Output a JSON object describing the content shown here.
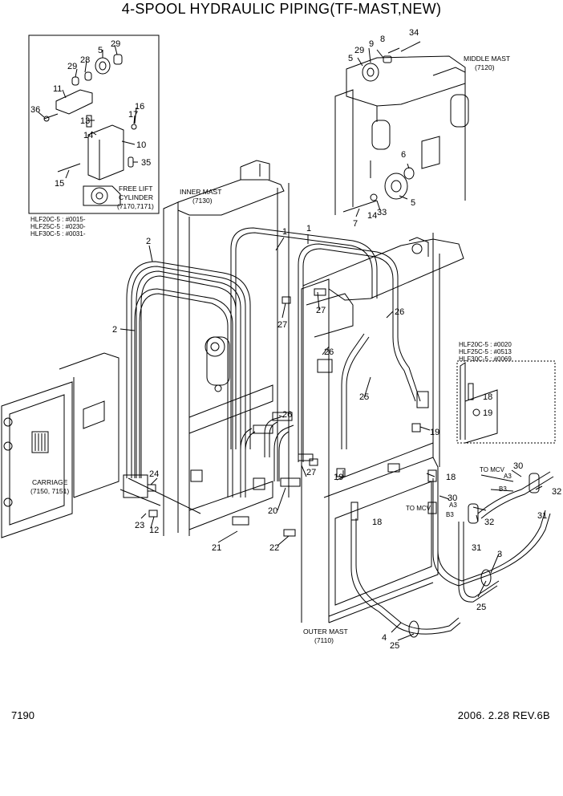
{
  "title": "4-SPOOL HYDRAULIC PIPING(TF-MAST,NEW)",
  "page_number": "7190",
  "revision": "2006. 2.28  REV.6B",
  "inset_topleft": {
    "serial_lines": [
      "HLF20C-5 : #0015-",
      "HLF25C-5 : #0230-",
      "HLF30C-5 : #0031-"
    ],
    "cylinder_label": [
      "FREE LIFT",
      "CYLINDER",
      "(7170,7171)"
    ]
  },
  "inset_right": {
    "serial_lines": [
      "HLF20C-5 : #0020",
      "HLF25C-5 : #0513",
      "HLF30C-5 : #0069"
    ]
  },
  "assembly_labels": {
    "inner_mast": [
      "INNER MAST",
      "(7130)"
    ],
    "middle_mast": [
      "MIDDLE MAST",
      "(7120)"
    ],
    "outer_mast": [
      "OUTER MAST",
      "(7110)"
    ],
    "carriage": [
      "CARRIAGE",
      "(7150, 7151)"
    ],
    "to_mcv_1": "TO MCV",
    "to_mcv_2": "TO MCV",
    "port_a3": "A3",
    "port_b3": "B3",
    "port_a3b": "A3",
    "port_b3b": "B3"
  },
  "callouts": {
    "c29a": "29",
    "c5a": "5",
    "c28": "28",
    "c29b": "29",
    "c11": "11",
    "c36": "36",
    "c16": "16",
    "c17": "17",
    "c13": "13",
    "c14a": "14",
    "c10": "10",
    "c35": "35",
    "c15": "15",
    "c34": "34",
    "c8": "8",
    "c9": "9",
    "c29c": "29",
    "c5b": "5",
    "c6": "6",
    "c5c": "5",
    "c7": "7",
    "c14b": "14",
    "c33": "33",
    "c2a": "2",
    "c2b": "2",
    "c1a": "1",
    "c1b": "1",
    "c27a": "27",
    "c27b": "27",
    "c27c": "27",
    "c26a": "26",
    "c26b": "26",
    "c26c": "26",
    "c25a": "25",
    "c25b": "25",
    "c25c": "25",
    "c19a": "19",
    "c19b": "19",
    "c19c": "19",
    "c18a": "18",
    "c18b": "18",
    "c18c": "18",
    "c24": "24",
    "c23": "23",
    "c12": "12",
    "c20": "20",
    "c21": "21",
    "c22": "22",
    "c30a": "30",
    "c30b": "30",
    "c31a": "31",
    "c31b": "31",
    "c32a": "32",
    "c32b": "32",
    "c3": "3",
    "c4": "4"
  }
}
